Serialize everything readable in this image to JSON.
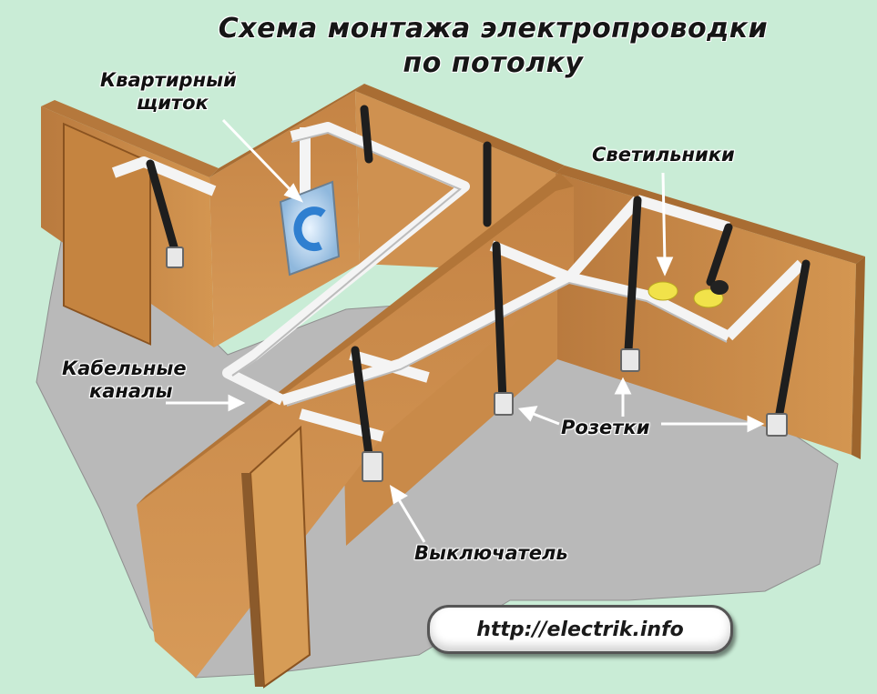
{
  "title": {
    "line1": "Схема монтажа электропроводки",
    "line2": "по потолку"
  },
  "labels": {
    "panel": [
      "Квартирный",
      "щиток"
    ],
    "lights": "Светильники",
    "cable_channels": [
      "Кабельные",
      "каналы"
    ],
    "sockets": "Розетки",
    "switch": "Выключатель"
  },
  "url": "http://electrik.info",
  "colors": {
    "background": "#c9ecd6",
    "floor": "#b7b7b7",
    "wall": "#c98a4a",
    "wall_dark": "#a86a30",
    "wall_top": "#b77a40",
    "cable_channel": "#f2f2f2",
    "wire": "#222222",
    "lamp": "#f1e24a",
    "panel_blue": "#2f7fd0"
  }
}
